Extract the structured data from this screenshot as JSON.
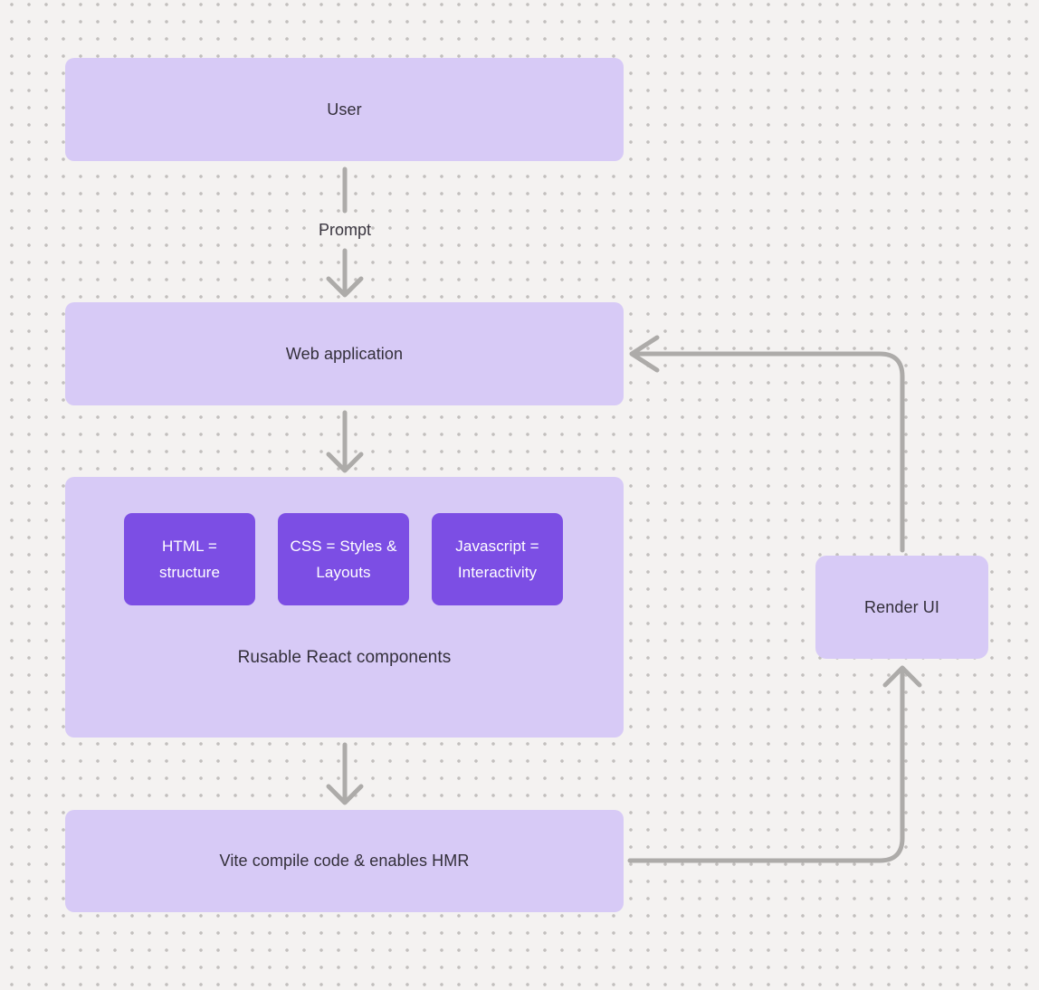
{
  "canvas": {
    "background": "#f4f2f1",
    "dot_color": "#c2bfbd"
  },
  "nodes": {
    "user": {
      "label": "User"
    },
    "web_application": {
      "label": "Web application"
    },
    "components_group": {
      "caption": "Rusable React components",
      "children": [
        {
          "label": "HTML = structure"
        },
        {
          "label": "CSS = Styles & Layouts"
        },
        {
          "label": "Javascript = Interactivity"
        }
      ]
    },
    "vite": {
      "label": "Vite compile code & enables HMR"
    },
    "render_ui": {
      "label": "Render UI"
    }
  },
  "edges": [
    {
      "from": "user",
      "to": "web_application",
      "label": "Prompt"
    },
    {
      "from": "web_application",
      "to": "components_group",
      "label": ""
    },
    {
      "from": "components_group",
      "to": "vite",
      "label": ""
    },
    {
      "from": "vite",
      "to": "render_ui",
      "label": ""
    },
    {
      "from": "render_ui",
      "to": "web_application",
      "label": ""
    }
  ],
  "colors": {
    "node_fill": "#d7caf6",
    "accent_fill": "#7c4ee4",
    "accent_text": "#ffffff",
    "node_text": "#332f3a",
    "connector": "#adaba9"
  }
}
